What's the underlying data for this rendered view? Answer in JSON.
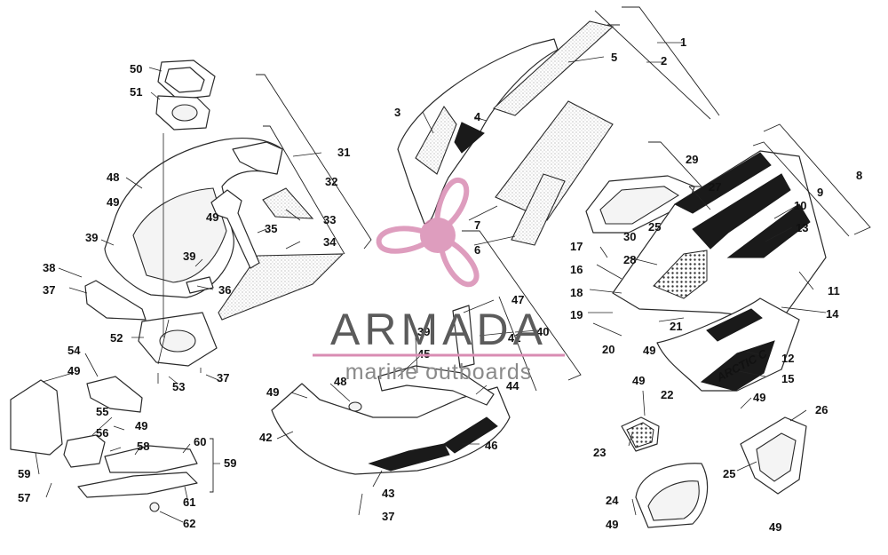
{
  "watermark": {
    "brand": "ARMADA",
    "tagline": "marine outboards",
    "logo_icon": "propeller-logo-icon",
    "brand_color": "#d98cb3",
    "text_color": "#5b5b5b"
  },
  "decal_text": "ARCTIC C",
  "callouts": [
    {
      "id": "1",
      "label": "1"
    },
    {
      "id": "2",
      "label": "2"
    },
    {
      "id": "3",
      "label": "3"
    },
    {
      "id": "4",
      "label": "4"
    },
    {
      "id": "5",
      "label": "5"
    },
    {
      "id": "6",
      "label": "6"
    },
    {
      "id": "7",
      "label": "7"
    },
    {
      "id": "8",
      "label": "8"
    },
    {
      "id": "9",
      "label": "9"
    },
    {
      "id": "10",
      "label": "10"
    },
    {
      "id": "11",
      "label": "11"
    },
    {
      "id": "12",
      "label": "12"
    },
    {
      "id": "13",
      "label": "13"
    },
    {
      "id": "14",
      "label": "14"
    },
    {
      "id": "15",
      "label": "15"
    },
    {
      "id": "16",
      "label": "16"
    },
    {
      "id": "17",
      "label": "17"
    },
    {
      "id": "18",
      "label": "18"
    },
    {
      "id": "19",
      "label": "19"
    },
    {
      "id": "20",
      "label": "20"
    },
    {
      "id": "21",
      "label": "21"
    },
    {
      "id": "22",
      "label": "22"
    },
    {
      "id": "23",
      "label": "23"
    },
    {
      "id": "24",
      "label": "24"
    },
    {
      "id": "25a",
      "label": "25"
    },
    {
      "id": "25b",
      "label": "25"
    },
    {
      "id": "26",
      "label": "26"
    },
    {
      "id": "27",
      "label": "27"
    },
    {
      "id": "28",
      "label": "28"
    },
    {
      "id": "29",
      "label": "29"
    },
    {
      "id": "30",
      "label": "30"
    },
    {
      "id": "31",
      "label": "31"
    },
    {
      "id": "32",
      "label": "32"
    },
    {
      "id": "33",
      "label": "33"
    },
    {
      "id": "34",
      "label": "34"
    },
    {
      "id": "35",
      "label": "35"
    },
    {
      "id": "36",
      "label": "36"
    },
    {
      "id": "37a",
      "label": "37"
    },
    {
      "id": "37b",
      "label": "37"
    },
    {
      "id": "37c",
      "label": "37"
    },
    {
      "id": "38",
      "label": "38"
    },
    {
      "id": "39a",
      "label": "39"
    },
    {
      "id": "39b",
      "label": "39"
    },
    {
      "id": "39c",
      "label": "39"
    },
    {
      "id": "40",
      "label": "40"
    },
    {
      "id": "41",
      "label": "41"
    },
    {
      "id": "42",
      "label": "42"
    },
    {
      "id": "43",
      "label": "43"
    },
    {
      "id": "44",
      "label": "44"
    },
    {
      "id": "45",
      "label": "45"
    },
    {
      "id": "46",
      "label": "46"
    },
    {
      "id": "47",
      "label": "47"
    },
    {
      "id": "48a",
      "label": "48"
    },
    {
      "id": "48b",
      "label": "48"
    },
    {
      "id": "49a",
      "label": "49"
    },
    {
      "id": "49b",
      "label": "49"
    },
    {
      "id": "49c",
      "label": "49"
    },
    {
      "id": "49d",
      "label": "49"
    },
    {
      "id": "49e",
      "label": "49"
    },
    {
      "id": "49f",
      "label": "49"
    },
    {
      "id": "49g",
      "label": "49"
    },
    {
      "id": "49h",
      "label": "49"
    },
    {
      "id": "49i",
      "label": "49"
    },
    {
      "id": "49j",
      "label": "49"
    },
    {
      "id": "50",
      "label": "50"
    },
    {
      "id": "51",
      "label": "51"
    },
    {
      "id": "52",
      "label": "52"
    },
    {
      "id": "53",
      "label": "53"
    },
    {
      "id": "54",
      "label": "54"
    },
    {
      "id": "55",
      "label": "55"
    },
    {
      "id": "56",
      "label": "56"
    },
    {
      "id": "57",
      "label": "57"
    },
    {
      "id": "58",
      "label": "58"
    },
    {
      "id": "59a",
      "label": "59"
    },
    {
      "id": "59b",
      "label": "59"
    },
    {
      "id": "60",
      "label": "60"
    },
    {
      "id": "61",
      "label": "61"
    },
    {
      "id": "62",
      "label": "62"
    }
  ]
}
